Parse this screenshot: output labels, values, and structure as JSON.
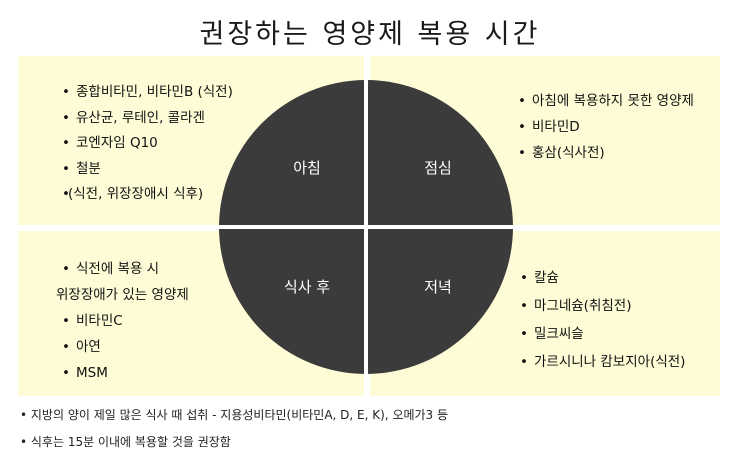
{
  "title": "권장하는 영양제 복용 시간",
  "quadrants": {
    "morning": "아침",
    "lunch": "점심",
    "after_meal": "식사 후",
    "evening": "저녁"
  },
  "morning_items": [
    "종합비타민, 비타민B (식전)",
    "유산균, 루테인, 콜라겐",
    "코엔자임 Q10",
    "철분",
    "(식전, 위장장애시 식후)"
  ],
  "lunch_items": [
    "아침에 복용하지 못한 영양제",
    "비타민D",
    "홍삼(식사전)"
  ],
  "after_meal_items": [
    "식전에 복용 시",
    "위장장애가 있는 영양제",
    "비타민C",
    "아연",
    "MSM"
  ],
  "evening_items": [
    "칼슘",
    "마그네슘(취침전)",
    "밀크씨슬",
    "가르시니나 캄보지아(식전)"
  ],
  "notes": [
    "• 지방의 양이 제일 많은 식사 때 섭취 - 지용성비타민(비타민A, D, E, K), 오메가3 등",
    "• 식후는 15분 이내에 복용할 것을 권장함"
  ]
}
